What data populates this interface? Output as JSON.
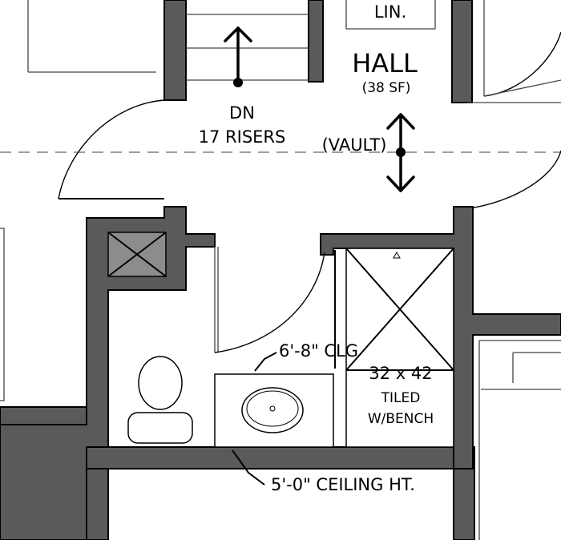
{
  "plan": {
    "linen_label": "LIN.",
    "hall_title": "HALL",
    "hall_area": "(38 SF)",
    "stair_direction": "DN",
    "stair_risers": "17 RISERS",
    "vault_label": "(VAULT)",
    "ceiling_clg_note": "6'-8\" CLG",
    "shower_size": "32 x 42",
    "shower_finish_line1": "TILED",
    "shower_finish_line2": "W/BENCH",
    "ceiling_ht_note": "5'-0\" CEILING HT."
  }
}
